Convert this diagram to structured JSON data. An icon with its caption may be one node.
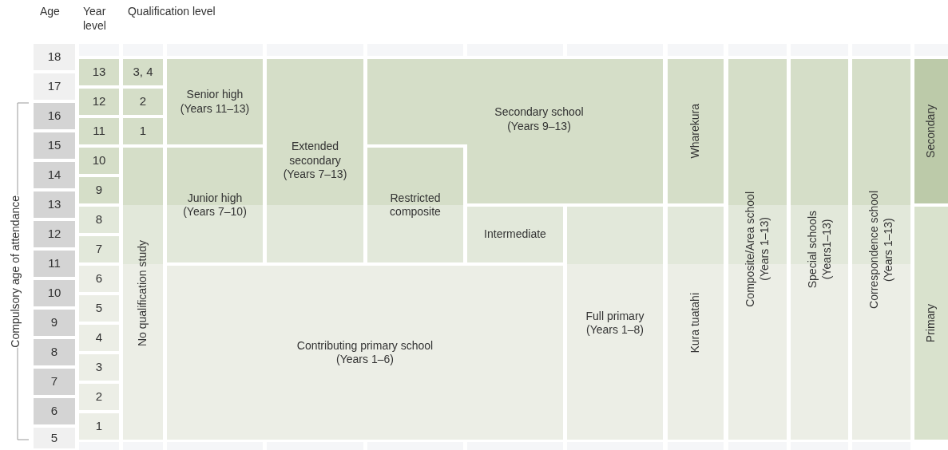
{
  "diagram": {
    "nodes": [
      {
        "text": [
          "18"
        ]
      },
      {
        "text": [
          "17"
        ]
      },
      {
        "text": [
          "16"
        ]
      },
      {
        "text": [
          "15"
        ]
      },
      {
        "text": [
          "14"
        ]
      },
      {
        "text": [
          "13"
        ]
      },
      {
        "text": [
          "12"
        ]
      },
      {
        "text": [
          "11"
        ]
      },
      {
        "text": [
          "10"
        ]
      },
      {
        "text": [
          "9"
        ]
      },
      {
        "text": [
          "8"
        ]
      },
      {
        "text": [
          "7"
        ]
      },
      {
        "text": [
          "6"
        ]
      },
      {
        "text": [
          "5"
        ]
      },
      {
        "text": [
          "13"
        ]
      },
      {
        "text": [
          "12"
        ]
      },
      {
        "text": [
          "11"
        ]
      },
      {
        "text": [
          "10"
        ]
      },
      {
        "text": [
          "9"
        ]
      },
      {
        "text": [
          "8"
        ]
      },
      {
        "text": [
          "7"
        ]
      },
      {
        "text": [
          "6"
        ]
      },
      {
        "text": [
          "5"
        ]
      },
      {
        "text": [
          "4"
        ]
      },
      {
        "text": [
          "3"
        ]
      },
      {
        "text": [
          "2"
        ]
      },
      {
        "text": [
          "1"
        ]
      },
      {
        "text": [
          "3, 4"
        ]
      },
      {
        "text": [
          "2"
        ]
      },
      {
        "text": [
          "1"
        ]
      },
      {
        "text": [
          "No qualification study"
        ]
      },
      {
        "text": [
          "Senior high",
          "(Years 11–13)"
        ]
      },
      {
        "text": [
          "Junior high",
          "(Years 7–10)"
        ]
      },
      {
        "text": [
          "Extended secondary",
          "(Years 7–13)"
        ]
      },
      {
        "text": [
          "Secondary school",
          "(Years 9–13)"
        ]
      },
      {
        "text": [
          "Restricted composite"
        ]
      },
      {
        "text": [
          "Intermediate"
        ]
      },
      {
        "text": [
          "Full primary",
          "(Years 1–8)"
        ]
      },
      {
        "text": [
          "Contributing primary school",
          "(Years 1–6)"
        ]
      },
      {
        "text": [
          "Wharekura"
        ]
      },
      {
        "text": [
          "Kura tuatahi"
        ]
      },
      {
        "text": [
          "Composite/Area school",
          "(Years 1–13)"
        ]
      },
      {
        "text": [
          "Special schools",
          "(Years1–13)"
        ]
      },
      {
        "text": [
          "Correspondence school",
          "(Years 1–13)"
        ]
      },
      {
        "text": [
          "Secondary"
        ]
      },
      {
        "text": [
          "Primary"
        ]
      }
    ],
    "labels": [
      "Age",
      "Year level",
      "Qualification level",
      "Compulsory age of attendance"
    ]
  }
}
